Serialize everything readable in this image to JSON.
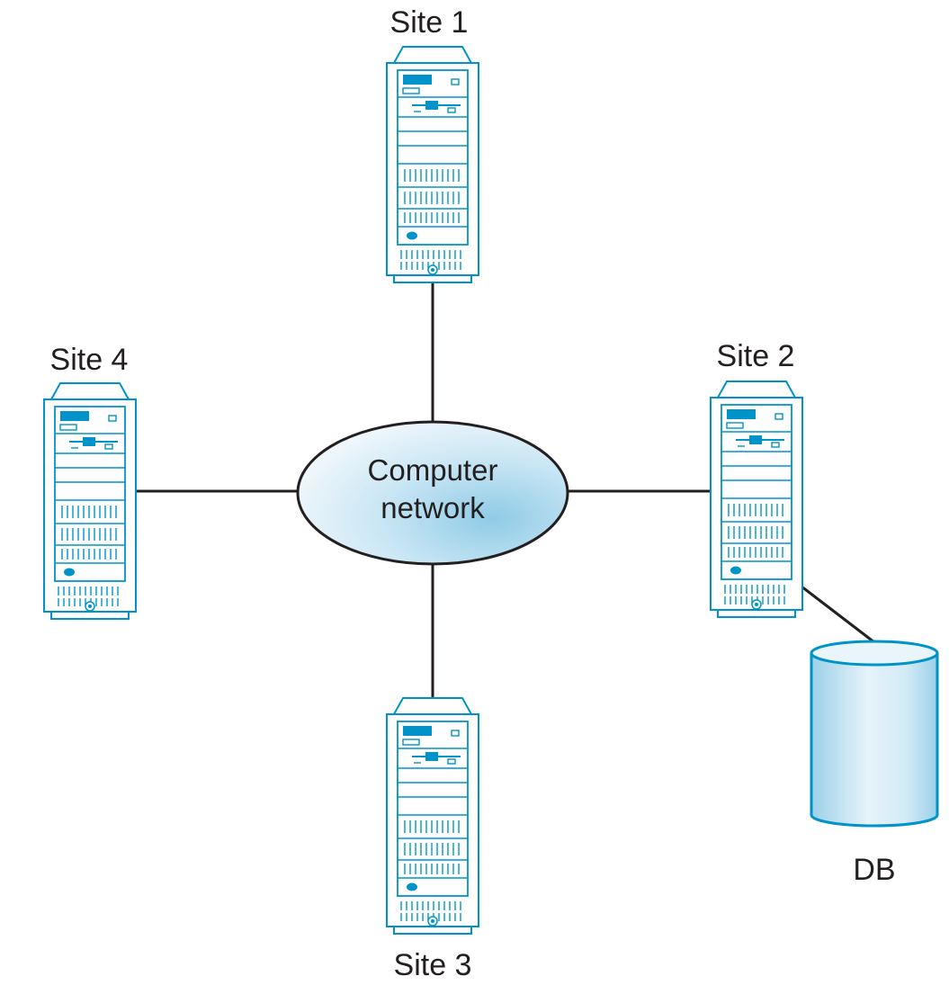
{
  "diagram": {
    "network": {
      "line1": "Computer",
      "line2": "network"
    },
    "sites": [
      {
        "id": "site-1",
        "label": "Site 1"
      },
      {
        "id": "site-2",
        "label": "Site 2"
      },
      {
        "id": "site-3",
        "label": "Site 3"
      },
      {
        "id": "site-4",
        "label": "Site 4"
      }
    ],
    "database": {
      "label": "DB"
    },
    "colors": {
      "server_outline": "#0093c9",
      "server_fill": "#ffffff",
      "accent": "#0093c9",
      "link": "#231f20",
      "network_fill_light": "#eef6fb",
      "network_fill_dark": "#9fd3ea",
      "db_fill_light": "#e6f3fa",
      "db_fill_dark": "#9cd0e8"
    }
  }
}
